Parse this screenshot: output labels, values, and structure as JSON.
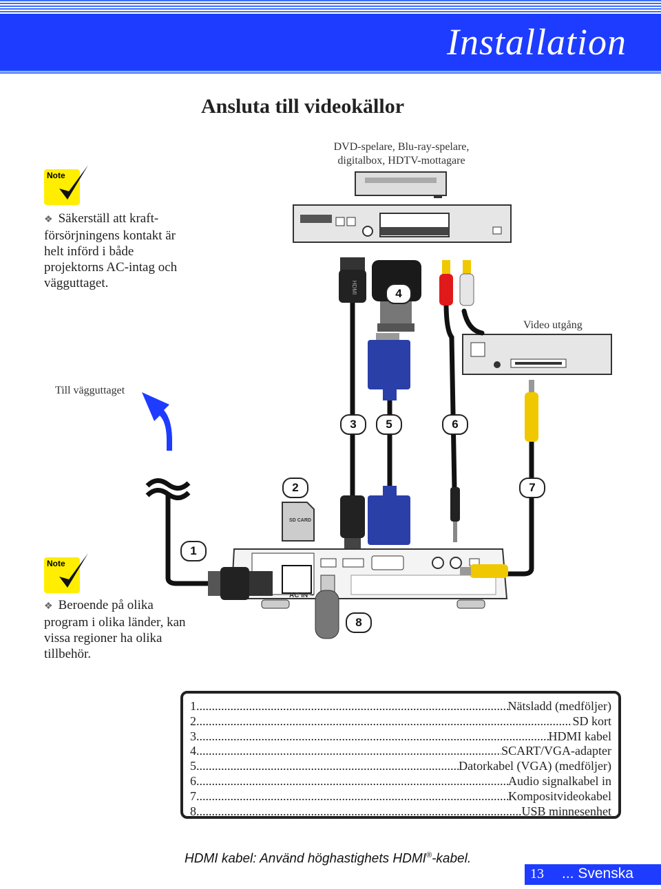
{
  "header": {
    "title": "Installation"
  },
  "section": {
    "title": "Ansluta till videokällor"
  },
  "notes": [
    {
      "label": "Note",
      "text": "Säkerställ att kraft­försörjningens kontakt är helt införd i både projektorns AC-intag och vägguttaget."
    },
    {
      "label": "Note",
      "text": "Beroende på olika program i olika länder, kan vissa regioner ha olika tillbehör."
    }
  ],
  "diagram": {
    "source_caption_line1": "DVD-spelare, Blu-ray-spelare,",
    "source_caption_line2": "digitalbox, HDTV-mottagare",
    "video_out_label": "Video utgång",
    "wall_label": "Till vägguttaget",
    "sd_card_label": "SD CARD",
    "ac_in_label": "AC IN ~",
    "hdmi_label": "HDMI",
    "markers": [
      "1",
      "2",
      "3",
      "4",
      "5",
      "6",
      "7",
      "8"
    ]
  },
  "legend": [
    {
      "n": "1",
      "text": "Nätsladd (medföljer)"
    },
    {
      "n": "2",
      "text": "SD kort"
    },
    {
      "n": "3",
      "text": " HDMI kabel"
    },
    {
      "n": "4",
      "text": "SCART/VGA-adapter"
    },
    {
      "n": "5",
      "text": " Datorkabel (VGA) (medföljer)"
    },
    {
      "n": "6",
      "text": "Audio signalkabel in"
    },
    {
      "n": "7",
      "text": "Kompositvideokabel"
    },
    {
      "n": "8",
      "text": " USB minnesenhet"
    }
  ],
  "footer": {
    "note_prefix": "HDMI kabel: Använd höghastighets HDMI",
    "note_reg": "®",
    "note_suffix": "-kabel.",
    "page_number": "13",
    "language": "... Svenska"
  },
  "colors": {
    "brand_blue": "#1e3cff",
    "note_yellow": "#ffee00",
    "vga_blue": "#2a3fa8",
    "rca_red": "#e01a1a",
    "rca_yellow": "#f0c800"
  }
}
